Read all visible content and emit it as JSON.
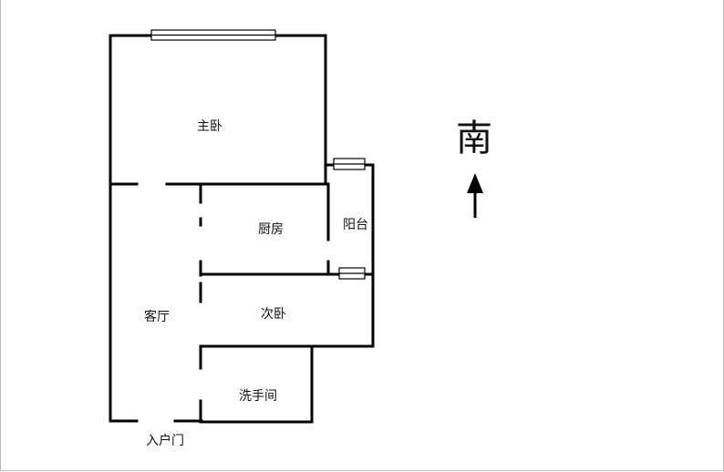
{
  "rooms": {
    "master_bedroom": "主卧",
    "kitchen": "厨房",
    "balcony": "阳台",
    "living_room": "客厅",
    "second_bedroom": "次卧",
    "bathroom": "洗手间",
    "entrance": "入户门"
  },
  "compass": {
    "label": "南",
    "icon": "north-arrow-icon"
  },
  "colors": {
    "walls": "#000000",
    "background": "#ffffff"
  }
}
